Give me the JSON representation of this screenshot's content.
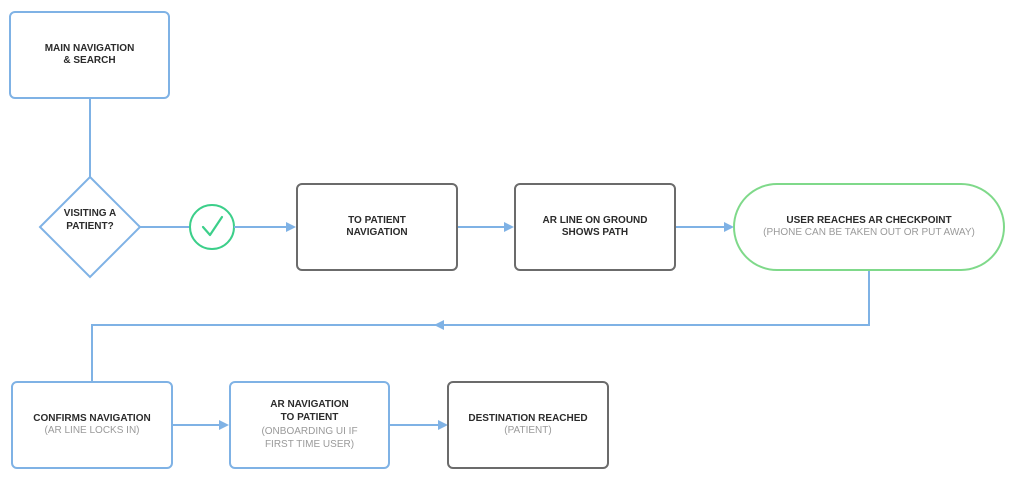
{
  "colors": {
    "blue": "#7fb2e5",
    "gray": "#6b6b6b",
    "green": "#7fd98a",
    "text": "#2b2b2b",
    "subtext": "#9a9a9a"
  },
  "nodes": {
    "main_nav": {
      "title": "MAIN NAVIGATION\n& SEARCH"
    },
    "visiting_patient": {
      "title": "VISITING A\nPATIENT?"
    },
    "yes_check": {
      "icon": "check-icon"
    },
    "to_patient_nav": {
      "title": "TO PATIENT\nNAVIGATION"
    },
    "ar_line": {
      "title": "AR LINE ON GROUND\nSHOWS PATH"
    },
    "checkpoint": {
      "title": "USER REACHES AR CHECKPOINT",
      "subtitle": "(PHONE CAN BE TAKEN OUT OR PUT AWAY)"
    },
    "confirms_nav": {
      "title": "CONFIRMS NAVIGATION",
      "subtitle": "(AR LINE LOCKS IN)"
    },
    "ar_nav_patient": {
      "title": "AR NAVIGATION\nTO PATIENT",
      "subtitle": "(ONBOARDING UI IF\nFIRST TIME USER)"
    },
    "destination": {
      "title": "DESTINATION REACHED",
      "subtitle": "(PATIENT)"
    }
  }
}
